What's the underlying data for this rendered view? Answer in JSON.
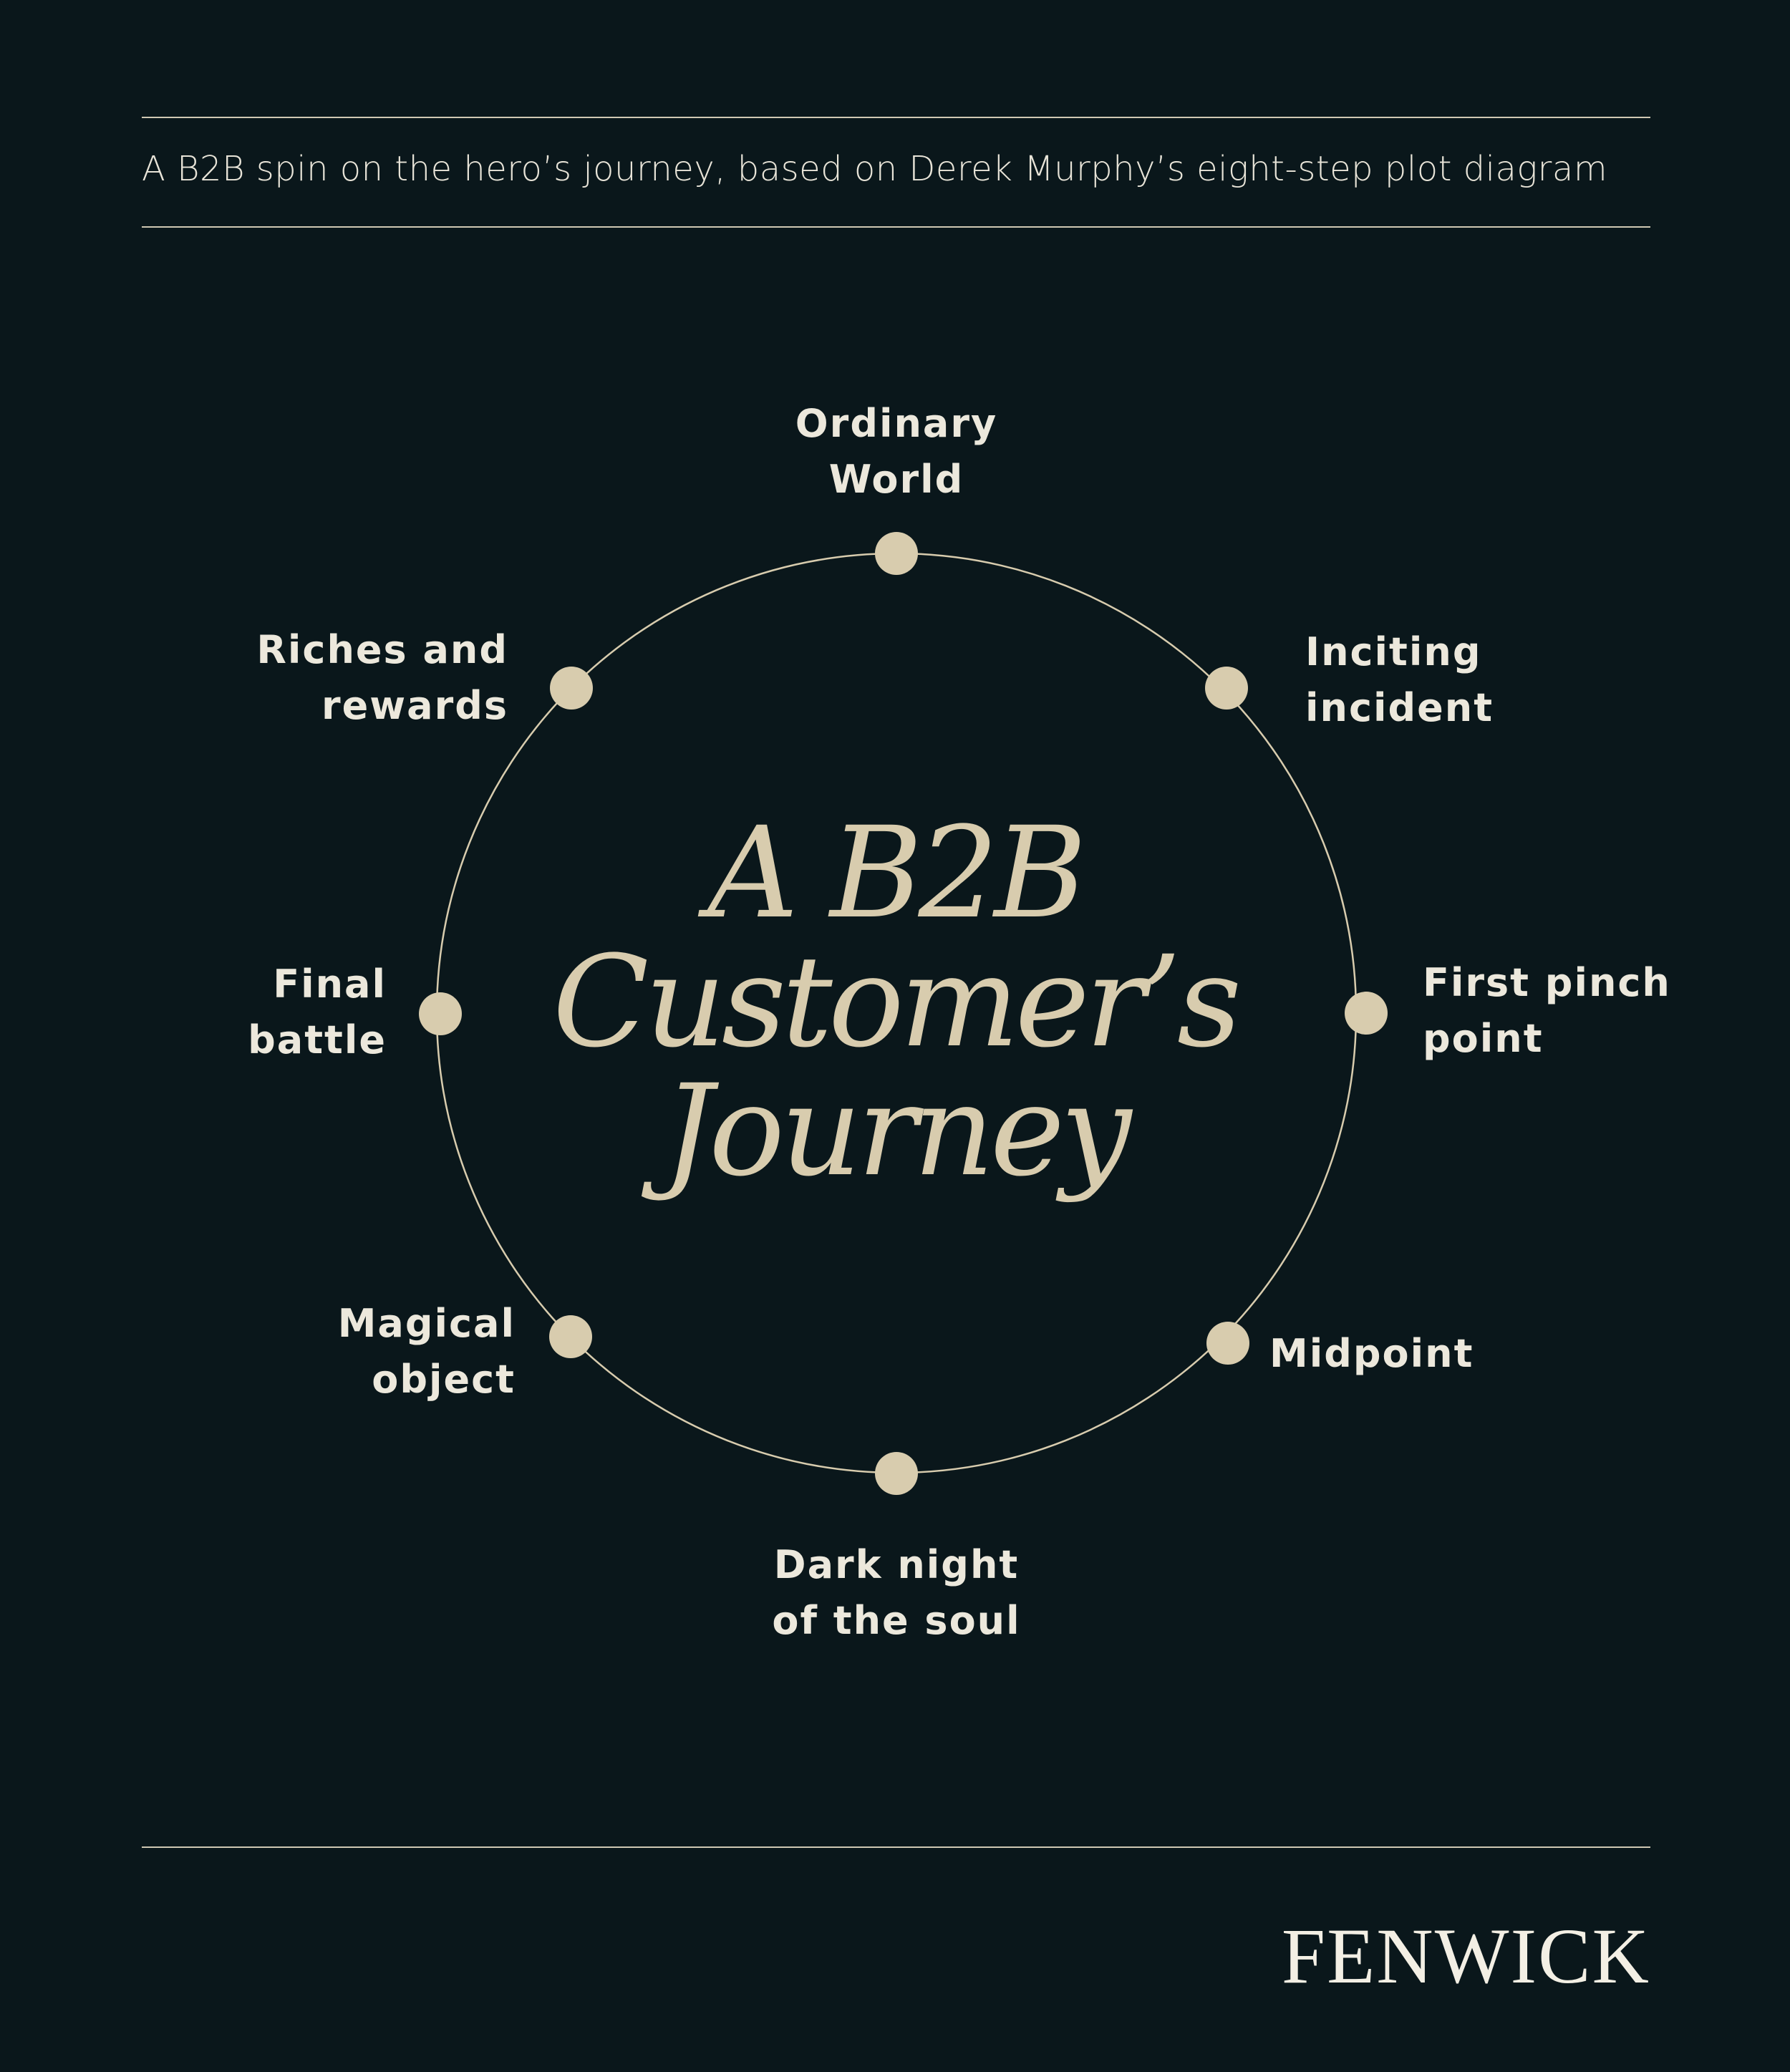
{
  "subtitle": "A B2B spin on the hero’s journey, based on Derek Murphy’s eight-step plot diagram",
  "title": "A B2B\nCustomer’s\nJourney",
  "brand": "FENWICK",
  "colors": {
    "background": "#0a171b",
    "accent": "#d8ccae",
    "text": "#ece8dc",
    "rule": "#cfc8b3"
  },
  "steps": [
    {
      "label": "Ordinary\nWorld"
    },
    {
      "label": "Inciting\nincident"
    },
    {
      "label": "First pinch\npoint"
    },
    {
      "label": "Midpoint"
    },
    {
      "label": "Dark night\nof the soul"
    },
    {
      "label": "Magical\nobject"
    },
    {
      "label": "Final\nbattle"
    },
    {
      "label": "Riches and\nrewards"
    }
  ]
}
